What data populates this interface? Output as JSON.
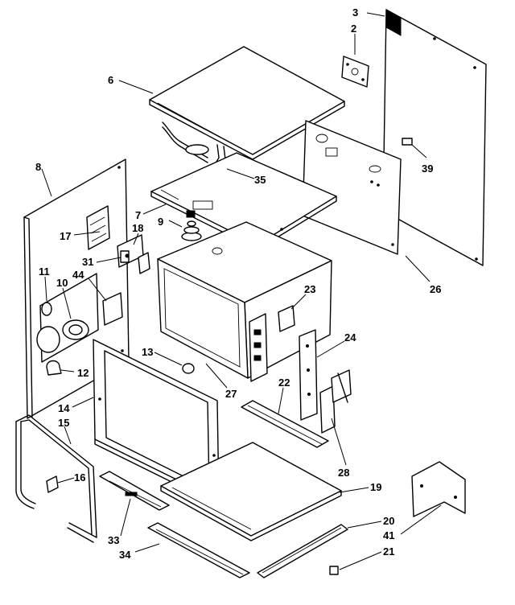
{
  "parts": [
    {
      "id": "p1",
      "number": "3"
    },
    {
      "id": "p2",
      "number": "2"
    },
    {
      "id": "p3",
      "number": "6"
    },
    {
      "id": "p4",
      "number": "39"
    },
    {
      "id": "p5",
      "number": "8"
    },
    {
      "id": "p6",
      "number": "35"
    },
    {
      "id": "p7",
      "number": "7"
    },
    {
      "id": "p8",
      "number": "9"
    },
    {
      "id": "p9",
      "number": "17"
    },
    {
      "id": "p10",
      "number": "18"
    },
    {
      "id": "p11",
      "number": "31"
    },
    {
      "id": "p12",
      "number": "26"
    },
    {
      "id": "p13",
      "number": "11"
    },
    {
      "id": "p14",
      "number": "10"
    },
    {
      "id": "p15",
      "number": "44"
    },
    {
      "id": "p16",
      "number": "23"
    },
    {
      "id": "p17",
      "number": "24"
    },
    {
      "id": "p18",
      "number": "13"
    },
    {
      "id": "p19",
      "number": "12"
    },
    {
      "id": "p20",
      "number": "27"
    },
    {
      "id": "p21",
      "number": "22"
    },
    {
      "id": "p22",
      "number": "14"
    },
    {
      "id": "p23",
      "number": "15"
    },
    {
      "id": "p24",
      "number": "28"
    },
    {
      "id": "p25",
      "number": "16"
    },
    {
      "id": "p26",
      "number": "19"
    },
    {
      "id": "p27",
      "number": "20"
    },
    {
      "id": "p28",
      "number": "41"
    },
    {
      "id": "p29",
      "number": "33"
    },
    {
      "id": "p30",
      "number": "34"
    },
    {
      "id": "p31",
      "number": "21"
    }
  ]
}
